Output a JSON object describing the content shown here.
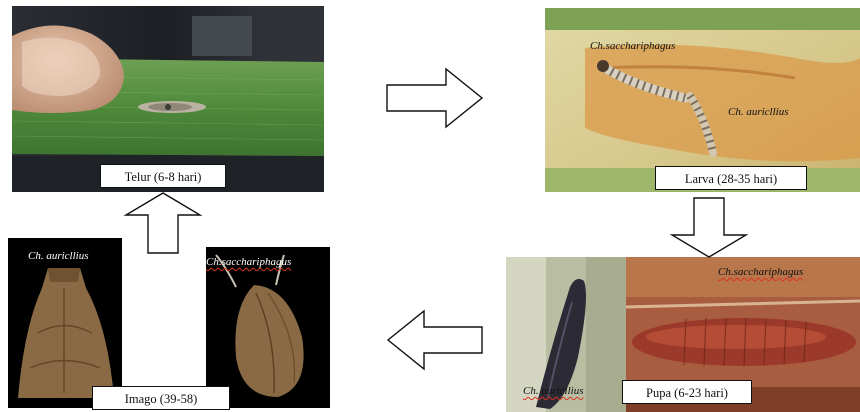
{
  "stages": {
    "egg": {
      "label": "Telur (6-8 hari)"
    },
    "larva": {
      "label": "Larva (28-35 hari)",
      "species_1": "Ch.sacchariphagus",
      "species_2": "Ch. auricllius"
    },
    "pupa": {
      "label": "Pupa (6-23 hari)",
      "species_1": "Ch.sacchariphagus",
      "species_2": "Ch. auricllius"
    },
    "imago": {
      "label": "Imago (39-58)",
      "species_1": "Ch. auricllius",
      "species_2": "Ch.sacchariphagus"
    }
  },
  "colors": {
    "leaf_green": "#4f8a3a",
    "stem_interior": "#d6c78a",
    "pupa_red": "#9b3a2a",
    "moth_tan": "#8a6a44",
    "arrow_outline": "#111111",
    "arrow_fill": "#ffffff"
  },
  "arrows": [
    "arrow-right",
    "arrow-down",
    "arrow-left",
    "arrow-up"
  ]
}
